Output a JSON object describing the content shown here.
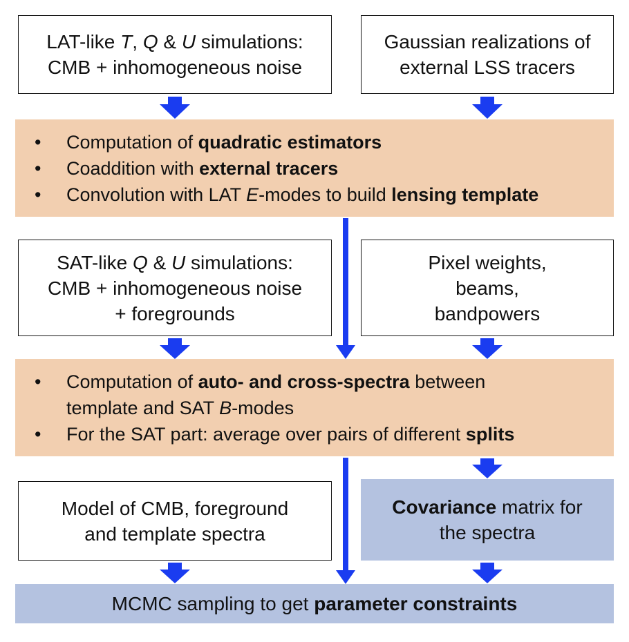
{
  "box_lat": {
    "line1_pre": "LAT-like ",
    "T": "T",
    "comma": ", ",
    "Q": "Q",
    "amp": " & ",
    "U": "U",
    "line1_post": " simulations:",
    "line2": "CMB + inhomogeneous noise"
  },
  "box_lss": {
    "line1": "Gaussian realizations of",
    "line2": "external LSS tracers"
  },
  "step1": {
    "bullet": "•",
    "b1_pre": "Computation of ",
    "b1_bold": "quadratic estimators",
    "b2_pre": "Coaddition with ",
    "b2_bold": "external tracers",
    "b3_pre": "Convolution with LAT ",
    "b3_ital": "E",
    "b3_mid": "-modes to build ",
    "b3_bold": "lensing template"
  },
  "box_sat": {
    "line1_pre": "SAT-like ",
    "Q": "Q",
    "amp": " & ",
    "U": "U",
    "line1_post": " simulations:",
    "line2": "CMB + inhomogeneous noise",
    "line3": "+ foregrounds"
  },
  "box_pixel": {
    "line1": "Pixel weights,",
    "line2": "beams,",
    "line3": "bandpowers"
  },
  "step2": {
    "bullet": "•",
    "b1_pre": "Computation of ",
    "b1_bold": "auto- and cross-spectra",
    "b1_post": " between",
    "b1_line2_pre": "template and SAT ",
    "b1_line2_ital": "B",
    "b1_line2_post": "-modes",
    "b2_pre": "For the SAT part: average over pairs of different ",
    "b2_bold": "splits"
  },
  "box_model": {
    "line1": "Model of CMB, foreground",
    "line2": "and template spectra"
  },
  "box_cov": {
    "line1_bold": "Covariance",
    "line1_post": " matrix for",
    "line2": "the spectra"
  },
  "final": {
    "pre": "MCMC sampling to get ",
    "bold": "parameter constraints"
  },
  "colors": {
    "peach": "#f2cfb0",
    "lavender": "#b4c2e0",
    "arrow": "#1a3cf0"
  }
}
